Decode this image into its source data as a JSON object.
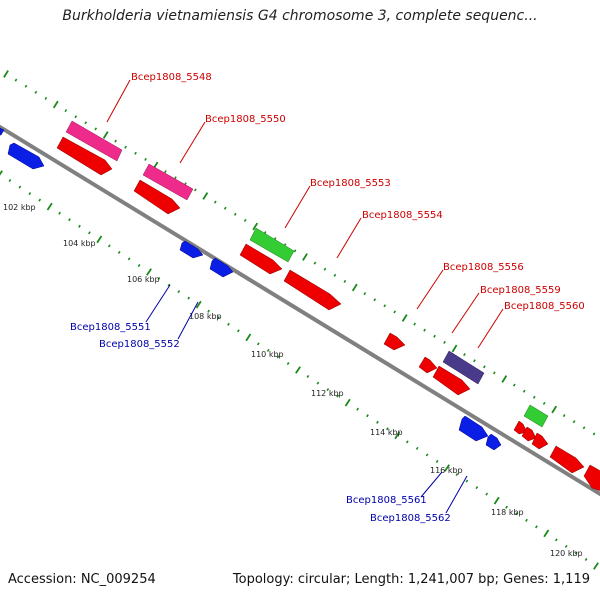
{
  "title": "Burkholderia vietnamiensis G4 chromosome 3, complete sequenc...",
  "footer": {
    "accession": "Accession: NC_009254",
    "summary": "Topology: circular; Length: 1,241,007 bp; Genes: 1,119"
  },
  "colors": {
    "backbone": "#888888",
    "tick": "#1a8a1a",
    "label_forward": "#cc0000",
    "label_reverse": "#0000aa",
    "pink": "#ee2a8a",
    "red": "#ee0000",
    "blue": "#0a1ee6",
    "green": "#33cc33",
    "purple": "#4a3a8a"
  },
  "scale_labels": [
    "102 kbp",
    "104 kbp",
    "106 kbp",
    "108 kbp",
    "110 kbp",
    "112 kbp",
    "114 kbp",
    "116 kbp",
    "118 kbp",
    "120 kbp"
  ],
  "gene_labels": {
    "g5548": "Bcep1808_5548",
    "g5550": "Bcep1808_5550",
    "g5553": "Bcep1808_5553",
    "g5554": "Bcep1808_5554",
    "g5556": "Bcep1808_5556",
    "g5559": "Bcep1808_5559",
    "g5560": "Bcep1808_5560",
    "g5551": "Bcep1808_5551",
    "g5552": "Bcep1808_5552",
    "g5561": "Bcep1808_5561",
    "g5562": "Bcep1808_5562"
  }
}
